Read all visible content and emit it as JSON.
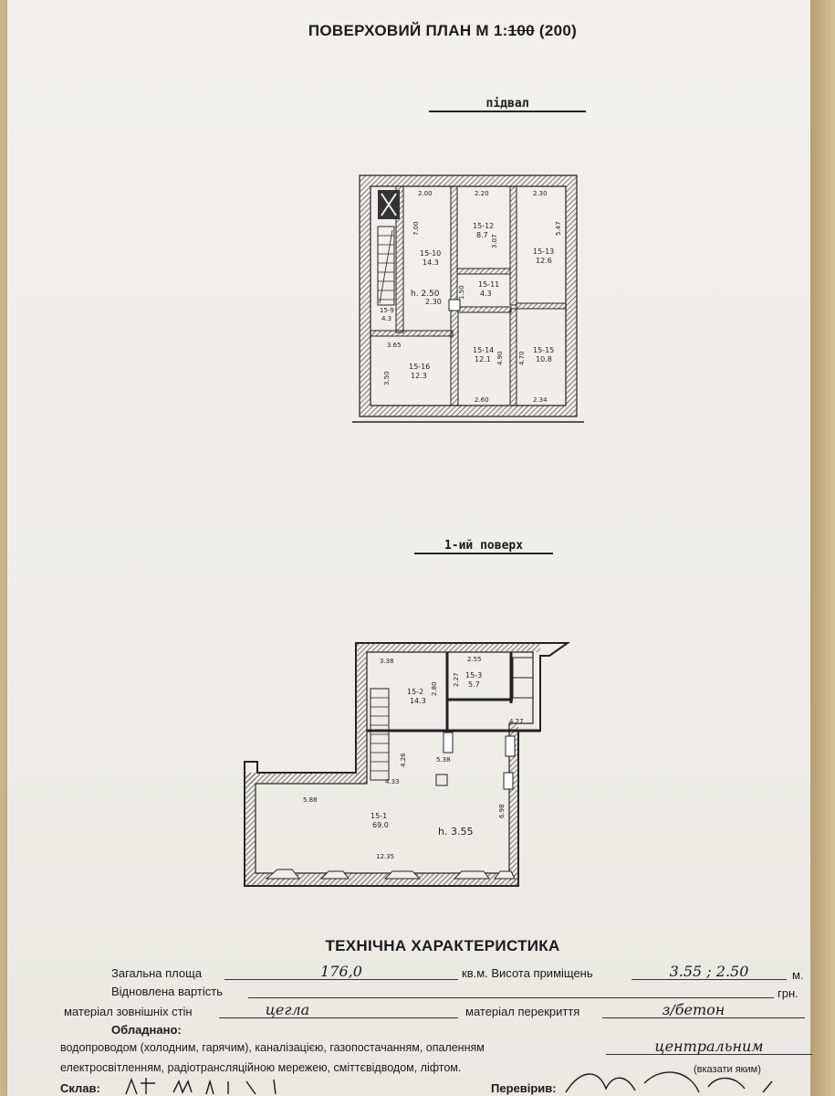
{
  "header": {
    "title_prefix": "ПОВЕРХОВИЙ ПЛАН М 1:",
    "scale_struck": "100",
    "scale_actual": "(200)"
  },
  "basement": {
    "label": "підвал",
    "rooms": [
      {
        "id": "15-10",
        "area": "14.3"
      },
      {
        "id": "15-12",
        "area": "8.7"
      },
      {
        "id": "15-13",
        "area": "12.6"
      },
      {
        "id": "15-11",
        "area": "4.3"
      },
      {
        "id": "15-9",
        "area": "4.3"
      },
      {
        "id": "15-16",
        "area": "12.3"
      },
      {
        "id": "15-14",
        "area": "12.1"
      },
      {
        "id": "15-15",
        "area": "10.8"
      }
    ],
    "dimensions": [
      "2.00",
      "2.20",
      "2.30",
      "7.00",
      "3.07",
      "5.47",
      "1.50",
      "3.65",
      "3.50",
      "4.90",
      "4.70",
      "2.60",
      "2.34"
    ],
    "height_label": "h. 2.50",
    "height_sub": "2.30"
  },
  "first_floor": {
    "label": "1-ий поверх",
    "rooms": [
      {
        "id": "15-2",
        "area": "14.3"
      },
      {
        "id": "15-3",
        "area": "5.7"
      },
      {
        "id": "15-1",
        "area": "69.0"
      }
    ],
    "dimensions": [
      "3.38",
      "2.55",
      "2.27",
      "2.80",
      "4.27",
      "5.38",
      "4.33",
      "5.88",
      "6.98",
      "12.35",
      "4.26"
    ],
    "height_label": "h. 3.55"
  },
  "technical": {
    "title": "ТЕХНІЧНА ХАРАКТЕРИСТИКА",
    "total_area_label": "Загальна площа",
    "total_area_value": "176,0",
    "area_unit_height_label": "кв.м. Висота приміщень",
    "height_value": "3.55 ; 2.50",
    "meter_unit": "м.",
    "restored_value_label": "Відновлена вартість",
    "currency_unit": "грн.",
    "wall_material_label": "матеріал зовнішніх стін",
    "wall_material_value": "цегла",
    "ceiling_material_label": "матеріал перекриття",
    "ceiling_material_value": "з/бетон",
    "equipped_label": "Обладнано:",
    "utilities_line1": "водопроводом (холодним, гарячим), каналізацією, газопостачанням, опаленням",
    "heating_value": "центральним",
    "utilities_line2": "електросвітленням, радіотрансляційною мережею, сміттєвідводом, ліфтом.",
    "specify_note": "(вказати яким)",
    "composed_label": "Склав:",
    "checked_label": "Перевірив:"
  },
  "colors": {
    "ink": "#222222",
    "paper": "#efeeea",
    "wall_hatch": "#4a4a4a"
  }
}
